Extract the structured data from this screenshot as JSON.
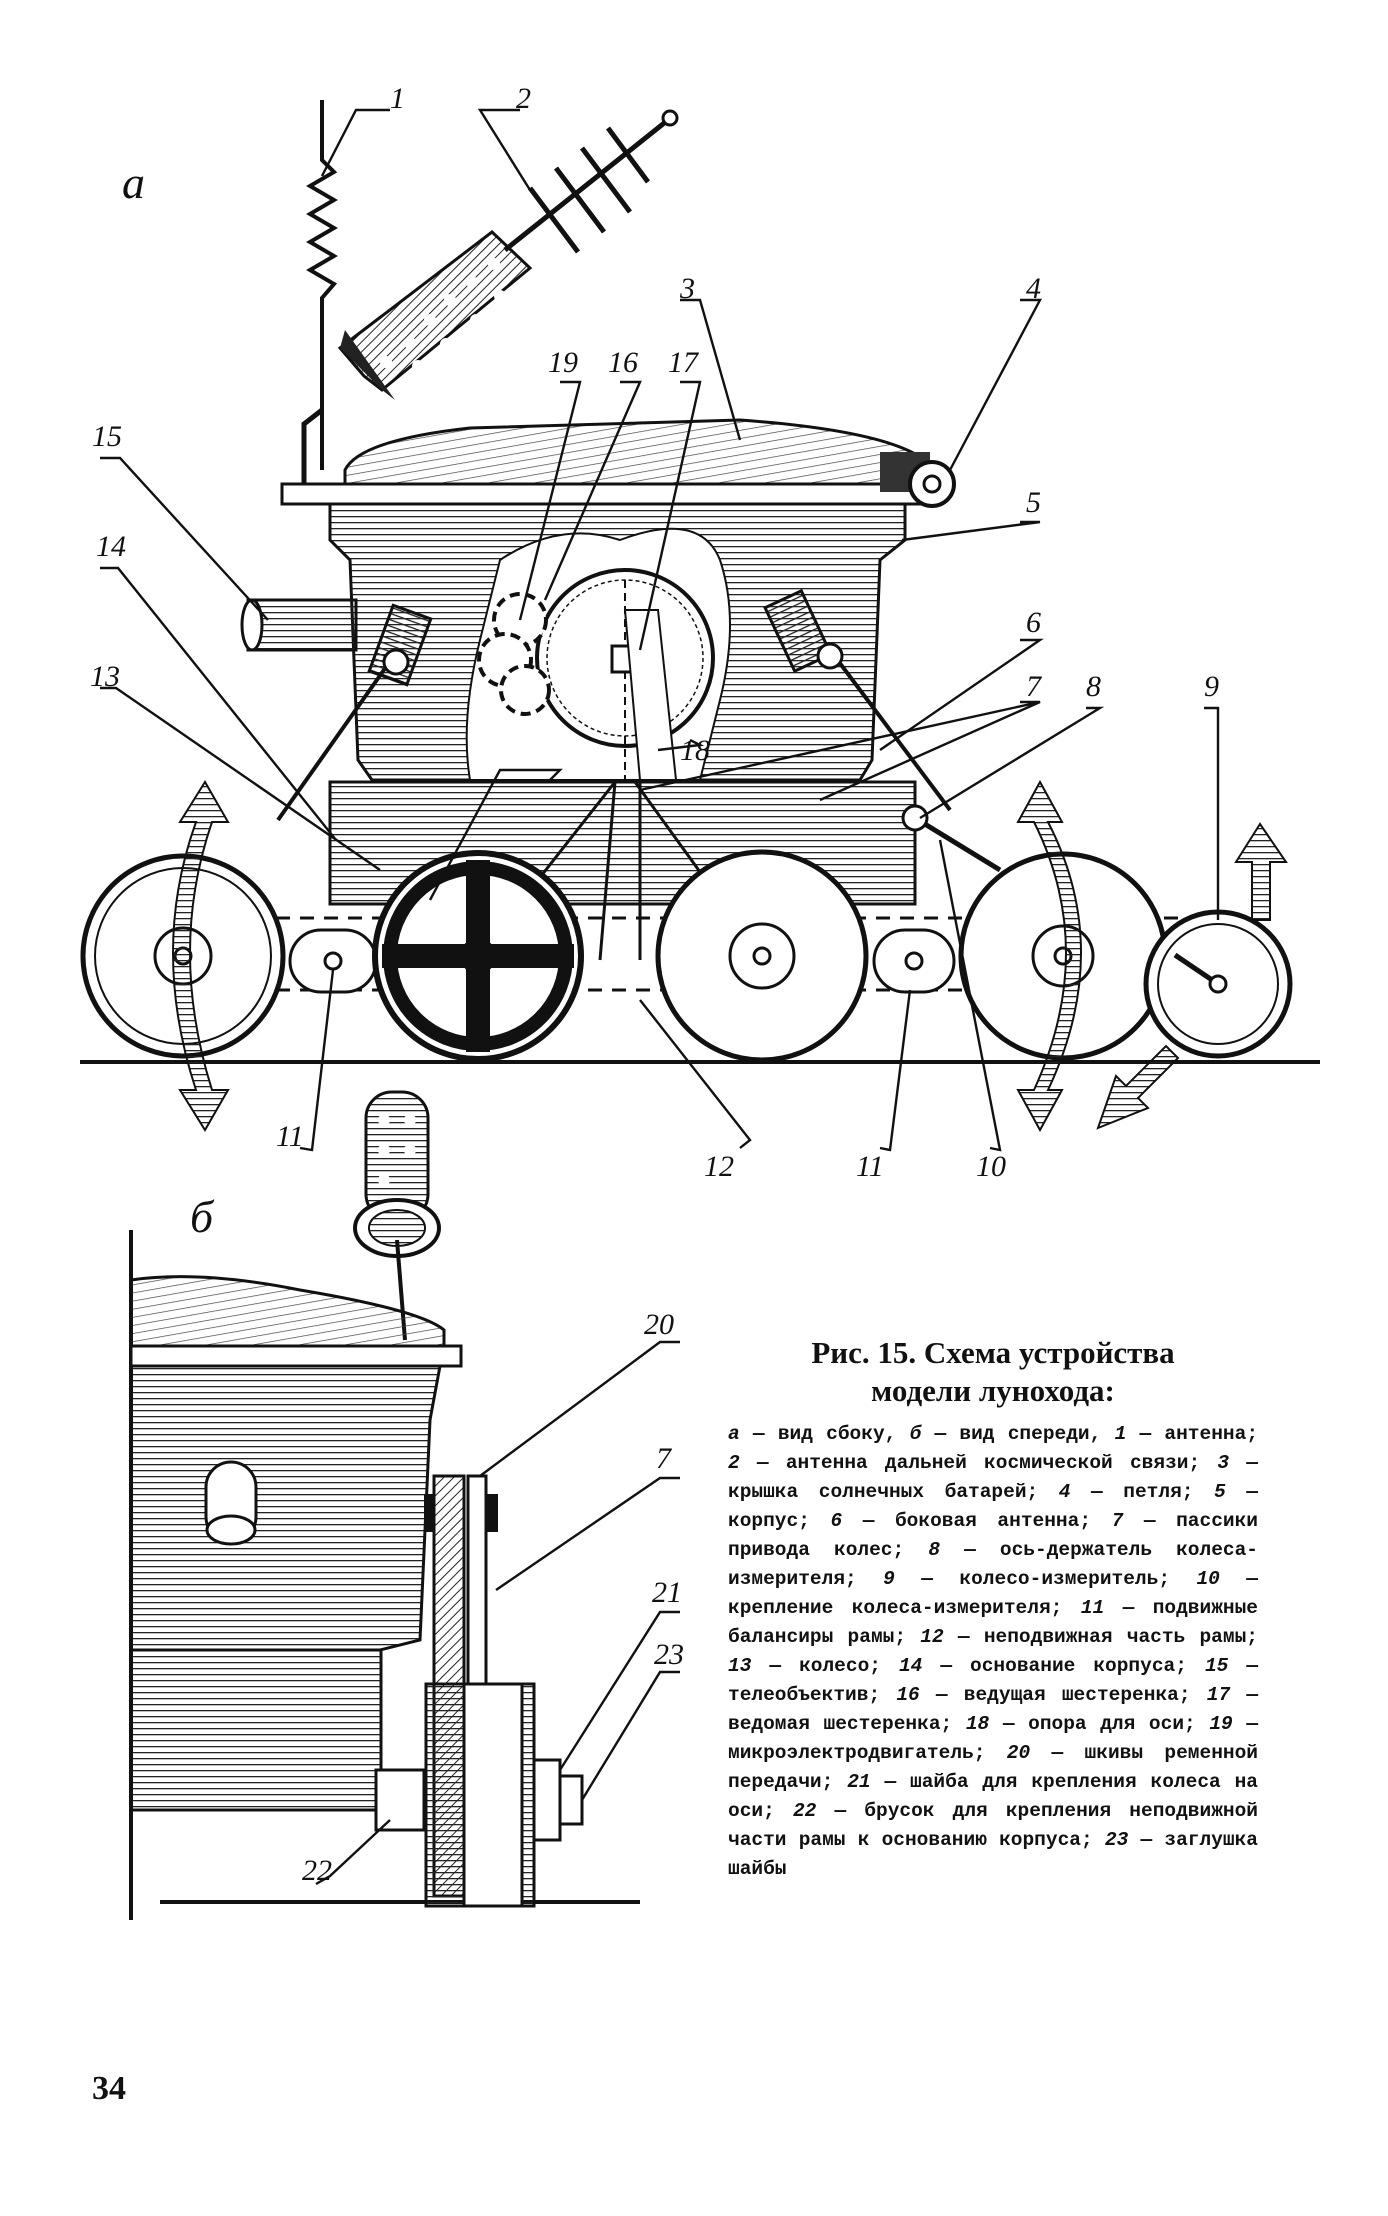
{
  "figure": {
    "view_a_label": "а",
    "view_b_label": "б",
    "callouts": [
      "1",
      "2",
      "3",
      "4",
      "5",
      "6",
      "7",
      "8",
      "9",
      "10",
      "11",
      "11",
      "12",
      "13",
      "14",
      "15",
      "16",
      "17",
      "18",
      "19",
      "20",
      "7",
      "21",
      "22",
      "23"
    ]
  },
  "caption": {
    "title_line1": "Рис. 15. Схема устройства",
    "title_line2": "модели лунохода:",
    "items": [
      {
        "key": "а",
        "text": "вид сбоку"
      },
      {
        "key": "б",
        "text": "вид спереди"
      },
      {
        "key": "1",
        "text": "антенна"
      },
      {
        "key": "2",
        "text": "антенна дальней космической связи"
      },
      {
        "key": "3",
        "text": "крышка солнечных батарей"
      },
      {
        "key": "4",
        "text": "петля"
      },
      {
        "key": "5",
        "text": "корпус"
      },
      {
        "key": "6",
        "text": "боковая антенна"
      },
      {
        "key": "7",
        "text": "пассики привода колес"
      },
      {
        "key": "8",
        "text": "ось-держатель колеса-измерителя"
      },
      {
        "key": "9",
        "text": "колесо-измеритель"
      },
      {
        "key": "10",
        "text": "крепление колеса-измерителя"
      },
      {
        "key": "11",
        "text": "подвижные балансиры рамы"
      },
      {
        "key": "12",
        "text": "неподвижная часть рамы"
      },
      {
        "key": "13",
        "text": "колесо"
      },
      {
        "key": "14",
        "text": "основание корпуса"
      },
      {
        "key": "15",
        "text": "телеобъектив"
      },
      {
        "key": "16",
        "text": "ведущая шестеренка"
      },
      {
        "key": "17",
        "text": "ведомая шестеренка"
      },
      {
        "key": "18",
        "text": "опора для оси"
      },
      {
        "key": "19",
        "text": "микроэлектродвигатель"
      },
      {
        "key": "20",
        "text": "шкивы ременной передачи"
      },
      {
        "key": "21",
        "text": "шайба для крепления колеса на оси"
      },
      {
        "key": "22",
        "text": "брусок для крепления неподвижной части рамы к основанию корпуса"
      },
      {
        "key": "23",
        "text": "заглушка шайбы"
      }
    ]
  },
  "page_number": "34"
}
